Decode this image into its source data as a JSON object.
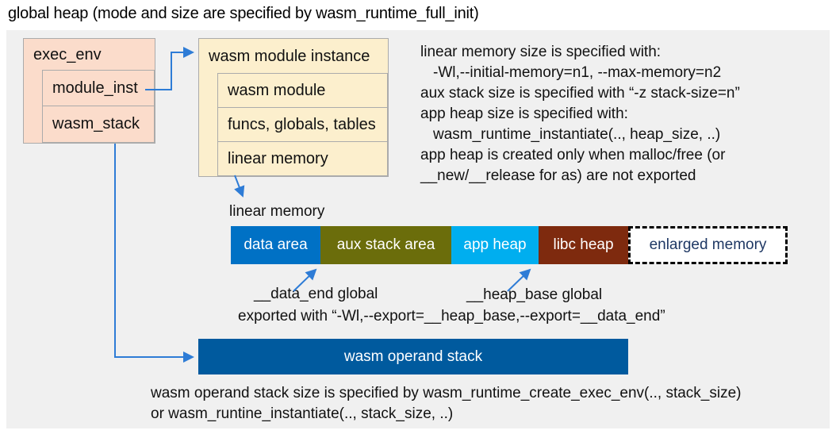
{
  "title": "global heap (mode and size are specified by wasm_runtime_full_init)",
  "colors": {
    "arrow": "#2E7CD6",
    "panel": "#F0F0F0",
    "box-salmon": "#FBDCCB",
    "box-cream": "#FCEFCD",
    "box-border": "#ABABAB",
    "operand-stack": "#005A9E",
    "enlarged-text": "#1F3864"
  },
  "exec_env": {
    "label": "exec_env",
    "fields": [
      "module_inst",
      "wasm_stack"
    ]
  },
  "module_instance": {
    "label": "wasm module instance",
    "fields": [
      "wasm module",
      "funcs, globals, tables",
      "linear memory"
    ]
  },
  "notes_right": {
    "lines": [
      "linear memory size is specified with:",
      "-Wl,--initial-memory=n1, --max-memory=n2",
      "aux stack size is specified with “-z stack-size=n”",
      "app heap size is specified with:",
      "wasm_runtime_instantiate(.., heap_size, ..)",
      "app heap is created only when malloc/free (or",
      "__new/__release for as) are not exported"
    ]
  },
  "linear_memory": {
    "label": "linear memory",
    "segments": [
      {
        "label": "data area",
        "color": "#0071C5"
      },
      {
        "label": "aux stack area",
        "color": "#6B6D0B"
      },
      {
        "label": "app heap",
        "color": "#00AEEF"
      },
      {
        "label": "libc heap",
        "color": "#7E2A0E"
      }
    ],
    "enlarged": {
      "label": "enlarged memory"
    }
  },
  "annotations": {
    "data_end": "__data_end global",
    "heap_base": "__heap_base global",
    "exported": "exported with “-Wl,--export=__heap_base,--export=__data_end”"
  },
  "operand_stack": {
    "label": "wasm operand stack"
  },
  "notes_bottom": {
    "lines": [
      "wasm operand stack size is specified by wasm_runtime_create_exec_env(.., stack_size)",
      "or wasm_runtine_instantiate(.., stack_size, ..)"
    ]
  }
}
